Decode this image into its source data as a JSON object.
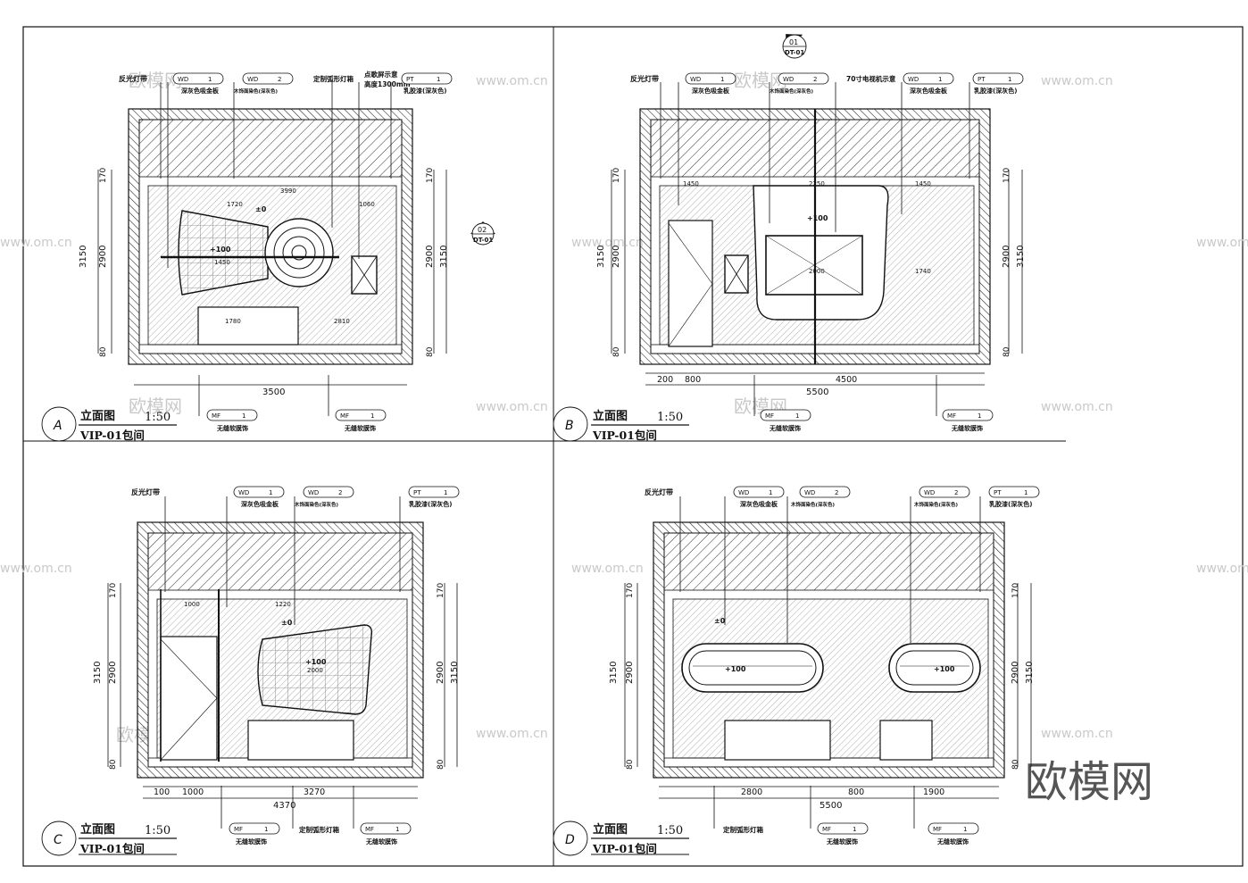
{
  "watermark": {
    "site": "www.om.cn",
    "brand": "欧模网",
    "small": "欧模网"
  },
  "section_marker": {
    "id": "01",
    "sheet": "DT-01"
  },
  "marker_02": {
    "id": "02",
    "sheet": "DT-01"
  },
  "panels": [
    {
      "letter": "A",
      "title": "立面图",
      "scale": "1:50",
      "room": "VIP-01包间",
      "labels": {
        "light": "反光灯带",
        "wd1": "WD",
        "wd1n": "1",
        "wd1_desc": "深灰色吸金板",
        "wd2": "WD",
        "wd2n": "2",
        "wd2_desc": "木饰面染色(深灰色)",
        "custom": "定制弧形灯箱",
        "display": "点歌屏示意",
        "display_h": "高度1300mm",
        "pt": "PT",
        "ptn": "1",
        "pt_desc": "乳胶漆(深灰色)"
      },
      "mf": [
        {
          "code": "MF",
          "n": "1",
          "desc": "无缝软膜饰"
        },
        {
          "code": "MF",
          "n": "1",
          "desc": "无缝软膜饰"
        }
      ],
      "dims": {
        "width": "3500",
        "h_total": "3150",
        "h_inner": "2900",
        "top": "170",
        "bottom": "80",
        "w1": "1720",
        "w2": "3990",
        "w3": "1060",
        "plus": "+100",
        "zero": "±0",
        "w4": "1780",
        "w5": "2810",
        "w6": "1450"
      }
    },
    {
      "letter": "B",
      "title": "立面图",
      "scale": "1:50",
      "room": "VIP-01包间",
      "labels": {
        "light": "反光灯带",
        "wd1": "WD",
        "wd1n": "1",
        "wd1_desc": "深灰色吸金板",
        "wd2": "WD",
        "wd2n": "2",
        "wd2_desc": "木饰面染色(深灰色)",
        "tv": "70寸电视机示意",
        "wd3": "WD",
        "wd3n": "1",
        "wd3_desc": "深灰色吸金板",
        "pt": "PT",
        "ptn": "1",
        "pt_desc": "乳胶漆(深灰色)"
      },
      "mf": [
        {
          "code": "MF",
          "n": "1",
          "desc": "无缝软膜饰"
        },
        {
          "code": "MF",
          "n": "1",
          "desc": "无缝软膜饰"
        }
      ],
      "dims": {
        "width": "5500",
        "h_total": "3150",
        "h_inner": "2900",
        "top": "170",
        "bottom": "80",
        "d1": "200",
        "d2": "800",
        "d3": "4500",
        "w1": "1450",
        "w2": "2250",
        "w3": "1450",
        "plus": "+100",
        "w4": "2000",
        "w5": "1740"
      }
    },
    {
      "letter": "C",
      "title": "立面图",
      "scale": "1:50",
      "room": "VIP-01包间",
      "labels": {
        "light": "反光灯带",
        "wd1": "WD",
        "wd1n": "1",
        "wd1_desc": "深灰色吸金板",
        "wd2": "WD",
        "wd2n": "2",
        "wd2_desc": "木饰面染色(深灰色)",
        "pt": "PT",
        "ptn": "1",
        "pt_desc": "乳胶漆(深灰色)",
        "custom": "定制弧形灯箱"
      },
      "mf": [
        {
          "code": "MF",
          "n": "1",
          "desc": "无缝软膜饰"
        },
        {
          "code": "MF",
          "n": "1",
          "desc": "无缝软膜饰"
        }
      ],
      "dims": {
        "width": "4370",
        "h_total": "3150",
        "h_inner": "2900",
        "top": "170",
        "bottom": "80",
        "d1": "100",
        "d2": "1000",
        "d3": "3270",
        "w1": "1000",
        "w2": "1220",
        "w3": "2000",
        "plus": "+100",
        "zero": "±0"
      }
    },
    {
      "letter": "D",
      "title": "立面图",
      "scale": "1:50",
      "room": "VIP-01包间",
      "labels": {
        "light": "反光灯带",
        "wd1": "WD",
        "wd1n": "1",
        "wd1_desc": "深灰色吸金板",
        "wd2": "WD",
        "wd2n": "2",
        "wd2_desc": "木饰面染色(深灰色)",
        "wd3": "WD",
        "wd3n": "2",
        "wd3_desc": "木饰面染色(深灰色)",
        "pt": "PT",
        "ptn": "1",
        "pt_desc": "乳胶漆(深灰色)",
        "custom": "定制弧形灯箱"
      },
      "mf": [
        {
          "code": "MF",
          "n": "1",
          "desc": "无缝软膜饰"
        },
        {
          "code": "MF",
          "n": "1",
          "desc": "无缝软膜饰"
        }
      ],
      "dims": {
        "width": "5500",
        "h_total": "3150",
        "h_inner": "2900",
        "top": "170",
        "bottom": "80",
        "d1": "2800",
        "d2": "800",
        "d3": "1900",
        "plus": "+100",
        "plus2": "+100",
        "zero": "±0"
      }
    }
  ]
}
